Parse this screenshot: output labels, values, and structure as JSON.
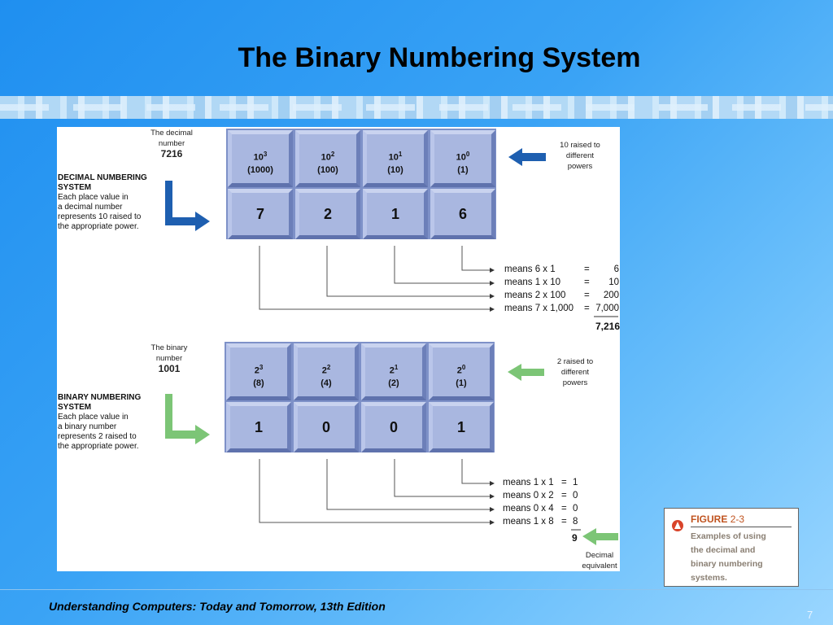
{
  "slide": {
    "title": "The Binary Numbering System",
    "footer": "Understanding Computers: Today and Tomorrow, 13th Edition",
    "page_number": "7"
  },
  "decimal": {
    "number_caption_1": "The decimal",
    "number_caption_2": "number",
    "number": "7216",
    "heading_1": "DECIMAL NUMBERING",
    "heading_2": "SYSTEM",
    "desc_1": "Each place value in",
    "desc_2": "a decimal number",
    "desc_3": "represents 10 raised to",
    "desc_4": "the appropriate power.",
    "powers_note": [
      "10 raised to",
      "different",
      "powers"
    ],
    "powers": [
      {
        "base": "10",
        "exp": "3",
        "value": "(1000)"
      },
      {
        "base": "10",
        "exp": "2",
        "value": "(100)"
      },
      {
        "base": "10",
        "exp": "1",
        "value": "(10)"
      },
      {
        "base": "10",
        "exp": "0",
        "value": "(1)"
      }
    ],
    "digits": [
      "7",
      "2",
      "1",
      "6"
    ],
    "means": [
      {
        "text": "means 6 x 1",
        "eq": "=",
        "result": "6"
      },
      {
        "text": "means 1 x 10",
        "eq": "=",
        "result": "10"
      },
      {
        "text": "means 2 x 100",
        "eq": "=",
        "result": "200"
      },
      {
        "text": "means 7 x 1,000",
        "eq": "=",
        "result": "7,000"
      }
    ],
    "total": "7,216"
  },
  "binary": {
    "number_caption_1": "The binary",
    "number_caption_2": "number",
    "number": "1001",
    "heading_1": "BINARY NUMBERING",
    "heading_2": "SYSTEM",
    "desc_1": "Each place value in",
    "desc_2": "a binary number",
    "desc_3": "represents 2 raised to",
    "desc_4": "the appropriate power.",
    "powers_note": [
      "2 raised to",
      "different",
      "powers"
    ],
    "powers": [
      {
        "base": "2",
        "exp": "3",
        "value": "(8)"
      },
      {
        "base": "2",
        "exp": "2",
        "value": "(4)"
      },
      {
        "base": "2",
        "exp": "1",
        "value": "(2)"
      },
      {
        "base": "2",
        "exp": "0",
        "value": "(1)"
      }
    ],
    "digits": [
      "1",
      "0",
      "0",
      "1"
    ],
    "means": [
      {
        "text": "means 1 x 1",
        "eq": "=",
        "result": "1"
      },
      {
        "text": "means 0 x 2",
        "eq": "=",
        "result": "0"
      },
      {
        "text": "means 0 x 4",
        "eq": "=",
        "result": "0"
      },
      {
        "text": "means 1 x 8",
        "eq": "=",
        "result": "8"
      }
    ],
    "total": "9",
    "equivalent_note": [
      "Decimal",
      "equivalent"
    ]
  },
  "figure": {
    "label": "FIGURE",
    "number": "2-3",
    "caption": [
      "Examples of using",
      "the decimal and",
      "binary numbering",
      "systems."
    ]
  },
  "colors": {
    "blue_arrow": "#1e5fb0",
    "green_arrow": "#7cc576",
    "tile_face": "#a9b7e0",
    "figure_accent": "#c0531f"
  }
}
